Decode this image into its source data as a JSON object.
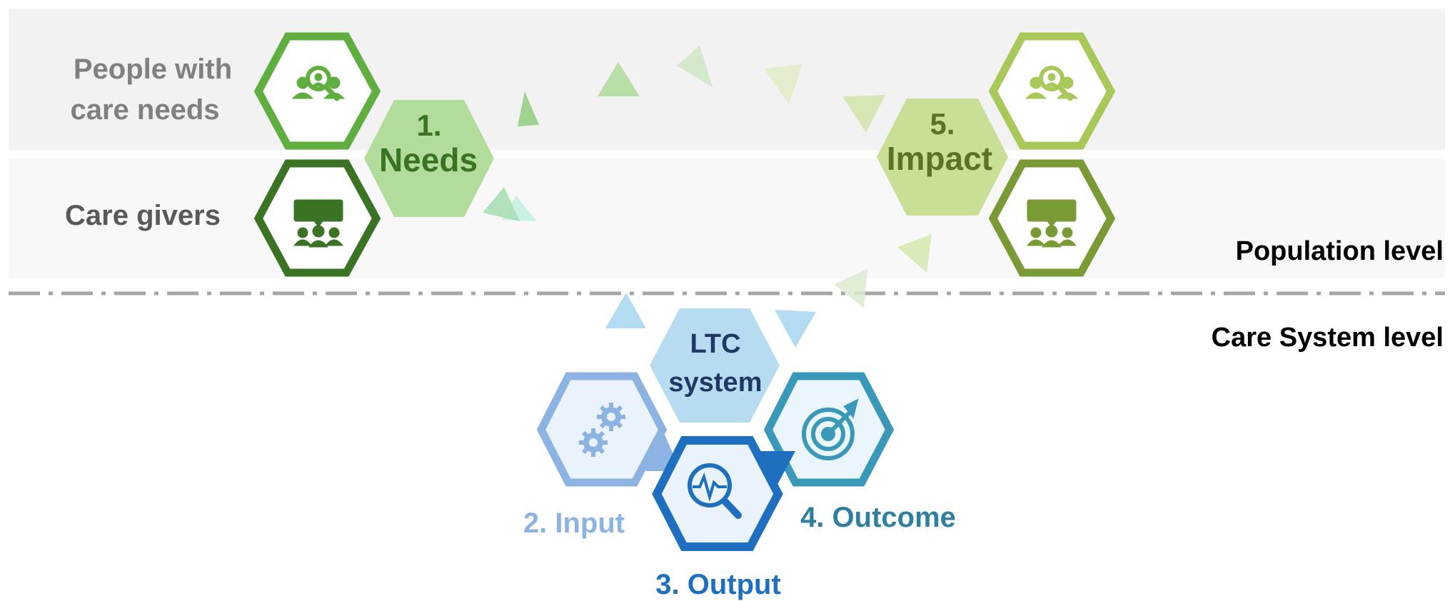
{
  "population": {
    "people_line1": "People with",
    "people_line2": "care needs",
    "caregivers": "Care givers",
    "level_label": "Population level"
  },
  "care_system": {
    "level_label": "Care System level",
    "ltc_line1": "LTC",
    "ltc_line2": "system"
  },
  "steps": {
    "needs_number": "1.",
    "needs_label": "Needs",
    "input": "2. Input",
    "output": "3. Output",
    "outcome": "4. Outcome",
    "impact_number": "5.",
    "impact_label": "Impact"
  },
  "icons": {
    "people_needs": "people-magnifier-icon",
    "caregivers": "presentation-group-icon",
    "input": "gears-icon",
    "output": "pulse-magnifier-icon",
    "outcome": "target-icon"
  },
  "colors": {
    "band_top": "#f2f2f2",
    "band_bottom": "#f8f8f8",
    "needs_green_light": "#5fae3f",
    "needs_green_dark": "#3b7325",
    "impact_green_light": "#a9c85a",
    "impact_green_dark": "#7a9a35",
    "input_blue": "#8db3e2",
    "output_blue": "#1f6fc1",
    "outcome_teal": "#3a99b8",
    "ltc_fill": "#b7dcf2",
    "text_gray": "#808080",
    "text_dark": "#595959"
  }
}
